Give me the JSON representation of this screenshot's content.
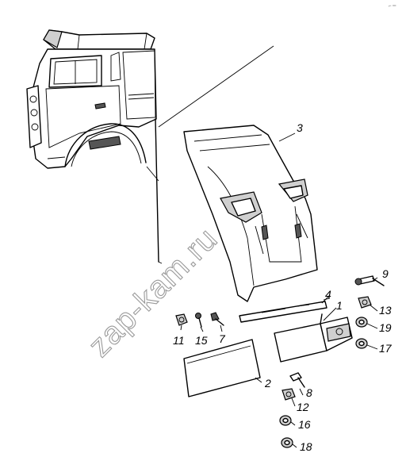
{
  "corner_mark": "⌐ ═",
  "watermark": "zap-kam.ru",
  "parts": [
    {
      "id": "3",
      "label": "3"
    },
    {
      "id": "4",
      "label": "4"
    },
    {
      "id": "1",
      "label": "1"
    },
    {
      "id": "9",
      "label": "9"
    },
    {
      "id": "13",
      "label": "13"
    },
    {
      "id": "19",
      "label": "19"
    },
    {
      "id": "17",
      "label": "17"
    },
    {
      "id": "11",
      "label": "11"
    },
    {
      "id": "15",
      "label": "15"
    },
    {
      "id": "7",
      "label": "7"
    },
    {
      "id": "2",
      "label": "2"
    },
    {
      "id": "8",
      "label": "8"
    },
    {
      "id": "12",
      "label": "12"
    },
    {
      "id": "16",
      "label": "16"
    },
    {
      "id": "18",
      "label": "18"
    }
  ]
}
